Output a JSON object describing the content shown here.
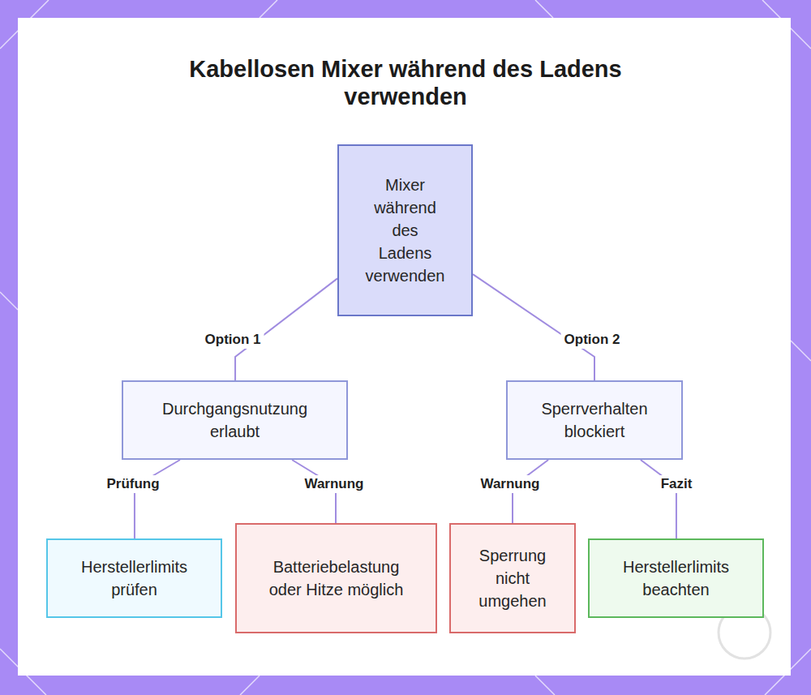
{
  "diagram": {
    "title": "Kabellosen Mixer während des Ladens verwenden",
    "nodes": [
      {
        "text": [
          "Mixer während des Ladens verwenden"
        ]
      },
      {
        "text": [
          "Durchgangsnutzung erlaubt"
        ]
      },
      {
        "text": [
          "Sperrverhalten blockiert"
        ]
      },
      {
        "text": [
          "Herstellerlimits prüfen"
        ]
      },
      {
        "text": [
          "Batteriebelastung oder Hitze möglich"
        ]
      },
      {
        "text": [
          "Sperrung nicht umgehen"
        ]
      },
      {
        "text": [
          "Herstellerlimits beachten"
        ]
      }
    ],
    "edges": [
      {
        "from": 0,
        "to": 1,
        "label": "Option 1",
        "arrow": "none"
      },
      {
        "from": 0,
        "to": 2,
        "label": "Option 2",
        "arrow": "none"
      },
      {
        "from": 1,
        "to": 3,
        "label": "Prüfung",
        "arrow": "none"
      },
      {
        "from": 1,
        "to": 4,
        "label": "Warnung",
        "arrow": "none"
      },
      {
        "from": 2,
        "to": 5,
        "label": "Warnung",
        "arrow": "none"
      },
      {
        "from": 2,
        "to": 6,
        "label": "Fazit",
        "arrow": "none"
      }
    ]
  }
}
